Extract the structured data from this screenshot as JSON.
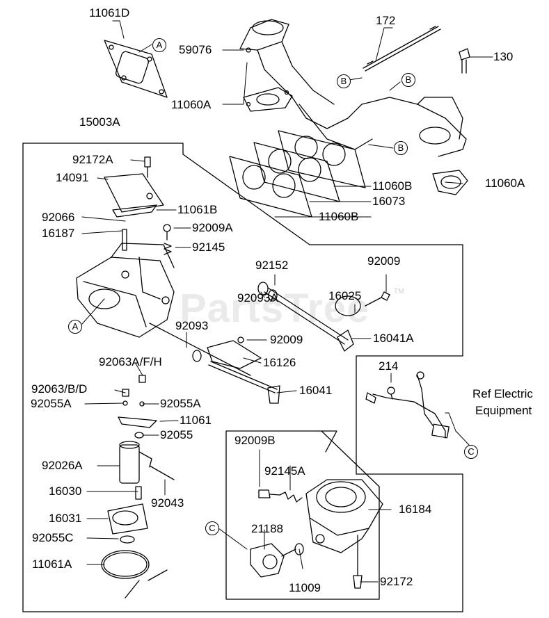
{
  "watermark": "PartsTree",
  "watermark_tm": "TM",
  "ref_note": [
    "Ref Electric",
    "Equipment"
  ],
  "callouts": {
    "a1": "A",
    "a2": "A",
    "b1": "B",
    "b2": "B",
    "b3": "B",
    "c1": "C",
    "c2": "C"
  },
  "parts": {
    "p11061D": "11061D",
    "p172": "172",
    "p59076": "59076",
    "p130": "130",
    "p11060A_1": "11060A",
    "p15003A": "15003A",
    "p92172A": "92172A",
    "p14091": "14091",
    "p11060B_1": "11060B",
    "p11060A_2": "11060A",
    "p16073": "16073",
    "p92066": "92066",
    "p11061B": "11061B",
    "p11060B_2": "11060B",
    "p16187": "16187",
    "p92009A": "92009A",
    "p92145": "92145",
    "p92152": "92152",
    "p92009_1": "92009",
    "p16025": "16025",
    "p92093A": "92093A",
    "p92093": "92093",
    "p16041A": "16041A",
    "p92009_2": "92009",
    "p92063AFH": "92063A/F/H",
    "p16126": "16126",
    "p214": "214",
    "p92063BD": "92063/B/D",
    "p16041": "16041",
    "p92055A_1": "92055A",
    "p92055A_2": "92055A",
    "p11061": "11061",
    "p92055": "92055",
    "p92009B": "92009B",
    "p92026A": "92026A",
    "p92145A": "92145A",
    "p16030": "16030",
    "p92043": "92043",
    "p16184": "16184",
    "p16031": "16031",
    "p21188": "21188",
    "p92055C": "92055C",
    "p11061A": "11061A",
    "p11009": "11009",
    "p92172": "92172"
  }
}
